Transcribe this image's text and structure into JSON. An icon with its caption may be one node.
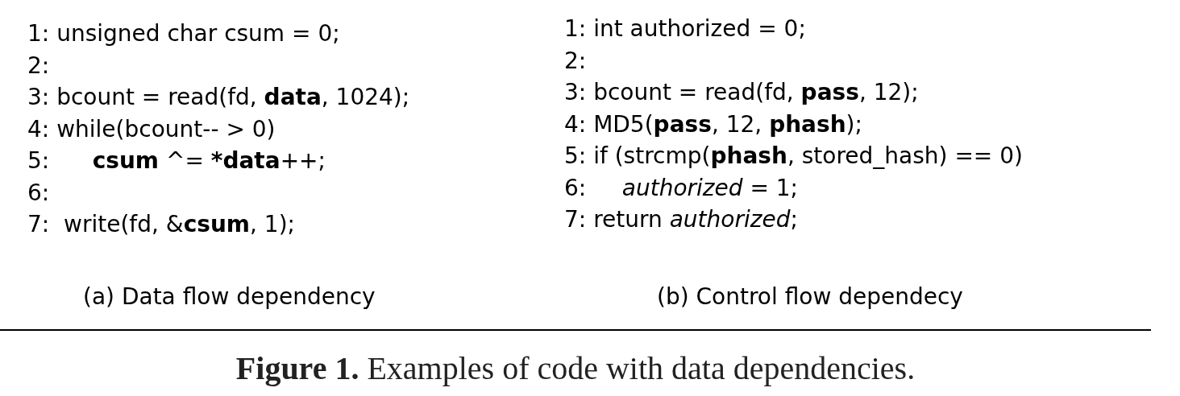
{
  "diagram": {
    "caption": "**Figure 1.** Examples of code with data dependencies.",
    "labels": [
      "1: unsigned char csum = 0;",
      "2:",
      "3: bcount = read(fd, **data**, 1024);",
      "4: while(bcount-- > 0)",
      "5:      **csum** ^= ***data**++;",
      "6:",
      "7:  write(fd, &**csum**, 1);",
      "1: int authorized = 0;",
      "2:",
      "3: bcount = read(fd, **pass**, 12);",
      "4: MD5(**pass**, 12, **phash**);",
      "5: if (strcmp(**phash**, stored_hash) == 0)",
      "6:     *authorized* = 1;",
      "7: return *authorized*;",
      "(a) Data flow dependency",
      "(b) Control flow dependecy"
    ]
  }
}
